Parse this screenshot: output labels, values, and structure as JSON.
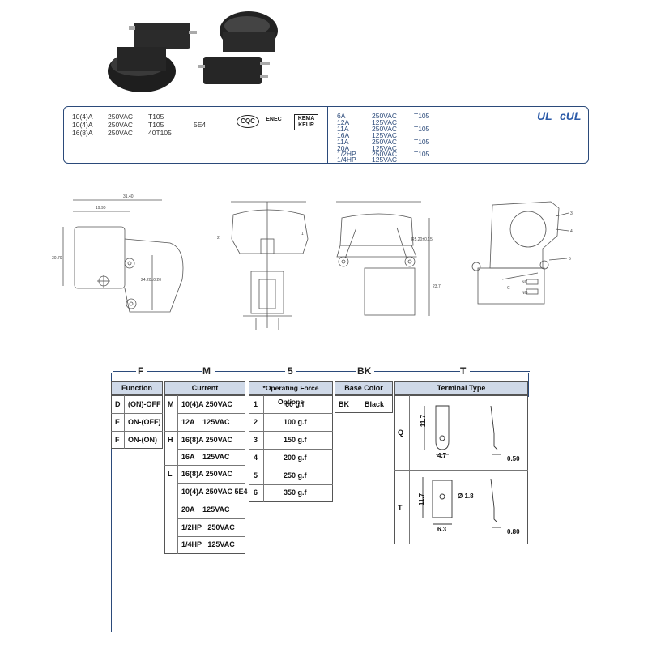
{
  "ratings": {
    "left_rows": [
      {
        "current": "10(4)A",
        "voltage": "250VAC",
        "temp": "T105",
        "extra": ""
      },
      {
        "current": "10(4)A",
        "voltage": "250VAC",
        "temp": "T105",
        "extra": "5E4"
      },
      {
        "current": "16(8)A",
        "voltage": "250VAC",
        "temp": "40T105",
        "extra": ""
      }
    ],
    "certs": [
      "CQC",
      "ENEC",
      "KEMA KEUR"
    ],
    "right_rows": [
      {
        "current": "6A",
        "voltage": "250VAC",
        "temp": "T105"
      },
      {
        "current": "12A",
        "voltage": "125VAC",
        "temp": ""
      },
      {
        "current": "11A",
        "voltage": "250VAC",
        "temp": "T105"
      },
      {
        "current": "16A",
        "voltage": "125VAC",
        "temp": ""
      },
      {
        "current": "11A",
        "voltage": "250VAC",
        "temp": "T105"
      },
      {
        "current": "20A",
        "voltage": "125VAC",
        "temp": ""
      },
      {
        "current": "1/2HP",
        "voltage": "250VAC",
        "temp": "T105"
      },
      {
        "current": "1/4HP",
        "voltage": "125VAC",
        "temp": ""
      }
    ],
    "ul_marks": [
      "UL",
      "cUL"
    ]
  },
  "drawings": {
    "side_dims": [
      "31.40",
      "19.90",
      "30.70",
      "24.20±0.20"
    ],
    "front_labels": [
      "1",
      "2"
    ],
    "rear_dims": [
      "R5.20±0.15",
      "23.7"
    ],
    "internal_labels": [
      "3",
      "4",
      "5",
      "NC",
      "NO",
      "C"
    ]
  },
  "order_code": {
    "segments": [
      "F",
      "M",
      "5",
      "BK",
      "T"
    ]
  },
  "function": {
    "header": "Function",
    "rows": [
      {
        "code": "D",
        "label": "(ON)-OFF"
      },
      {
        "code": "E",
        "label": "ON-(OFF)"
      },
      {
        "code": "F",
        "label": "ON-(ON)"
      }
    ]
  },
  "current": {
    "header": "Current",
    "groups": [
      {
        "code": "M",
        "items": [
          "10(4)A 250VAC",
          "12A    125VAC"
        ]
      },
      {
        "code": "H",
        "items": [
          "16(8)A 250VAC",
          "16A    125VAC"
        ]
      },
      {
        "code": "L",
        "items": [
          "16(8)A 250VAC",
          "10(4)A 250VAC 5E4",
          "20A    125VAC",
          "1/2HP   250VAC",
          "1/4HP   125VAC"
        ]
      }
    ]
  },
  "force": {
    "header": "*Operating Force Options",
    "rows": [
      {
        "code": "1",
        "value": "60 g.f"
      },
      {
        "code": "2",
        "value": "100 g.f"
      },
      {
        "code": "3",
        "value": "150 g.f"
      },
      {
        "code": "4",
        "value": "200 g.f"
      },
      {
        "code": "5",
        "value": "250 g.f"
      },
      {
        "code": "6",
        "value": "350 g.f"
      }
    ]
  },
  "base_color": {
    "header": "Base Color",
    "rows": [
      {
        "code": "BK",
        "value": "Black"
      }
    ]
  },
  "terminal": {
    "header": "Terminal Type",
    "rows": [
      {
        "code": "Q",
        "height": "11.7",
        "width": "4.7",
        "thickness": "0.50",
        "hole": ""
      },
      {
        "code": "T",
        "height": "11.7",
        "width": "6.3",
        "thickness": "0.80",
        "hole": "Ø 1.8"
      }
    ]
  }
}
